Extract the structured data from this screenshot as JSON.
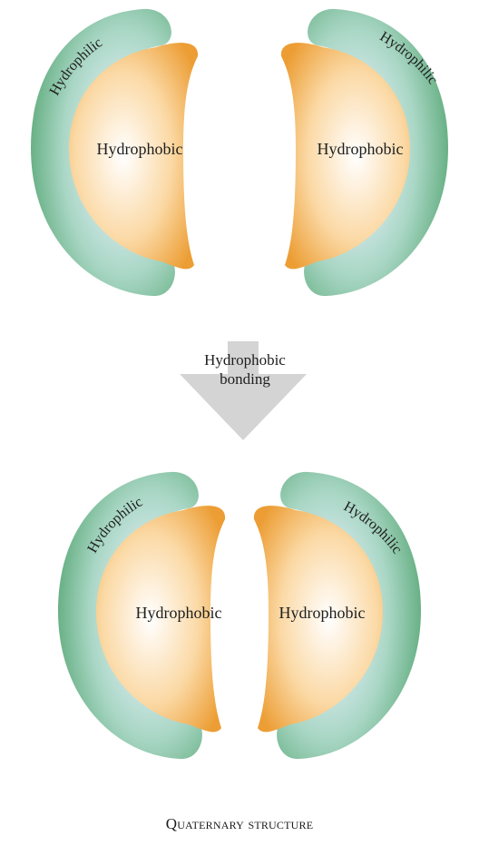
{
  "labels": {
    "top_left_philic": "Hydrophilic",
    "top_left_phobic": "Hydrophobic",
    "top_right_philic": "Hydrophilic",
    "top_right_phobic": "Hydrophobic",
    "arrow_line1": "Hydrophobic",
    "arrow_line2": "bonding",
    "bottom_left_philic": "Hydrophilic",
    "bottom_left_phobic": "Hydrophobic",
    "bottom_right_philic": "Hydrophilic",
    "bottom_right_phobic": "Hydrophobic"
  },
  "caption": "Quaternary structure",
  "colors": {
    "philic_center": "#dcecf2",
    "philic_mid": "#a8d6c4",
    "philic_edge": "#5aa877",
    "phobic_center": "#ffffff",
    "phobic_mid": "#fbd9a5",
    "phobic_edge": "#ec9d33",
    "arrow": "#d4d4d4"
  }
}
